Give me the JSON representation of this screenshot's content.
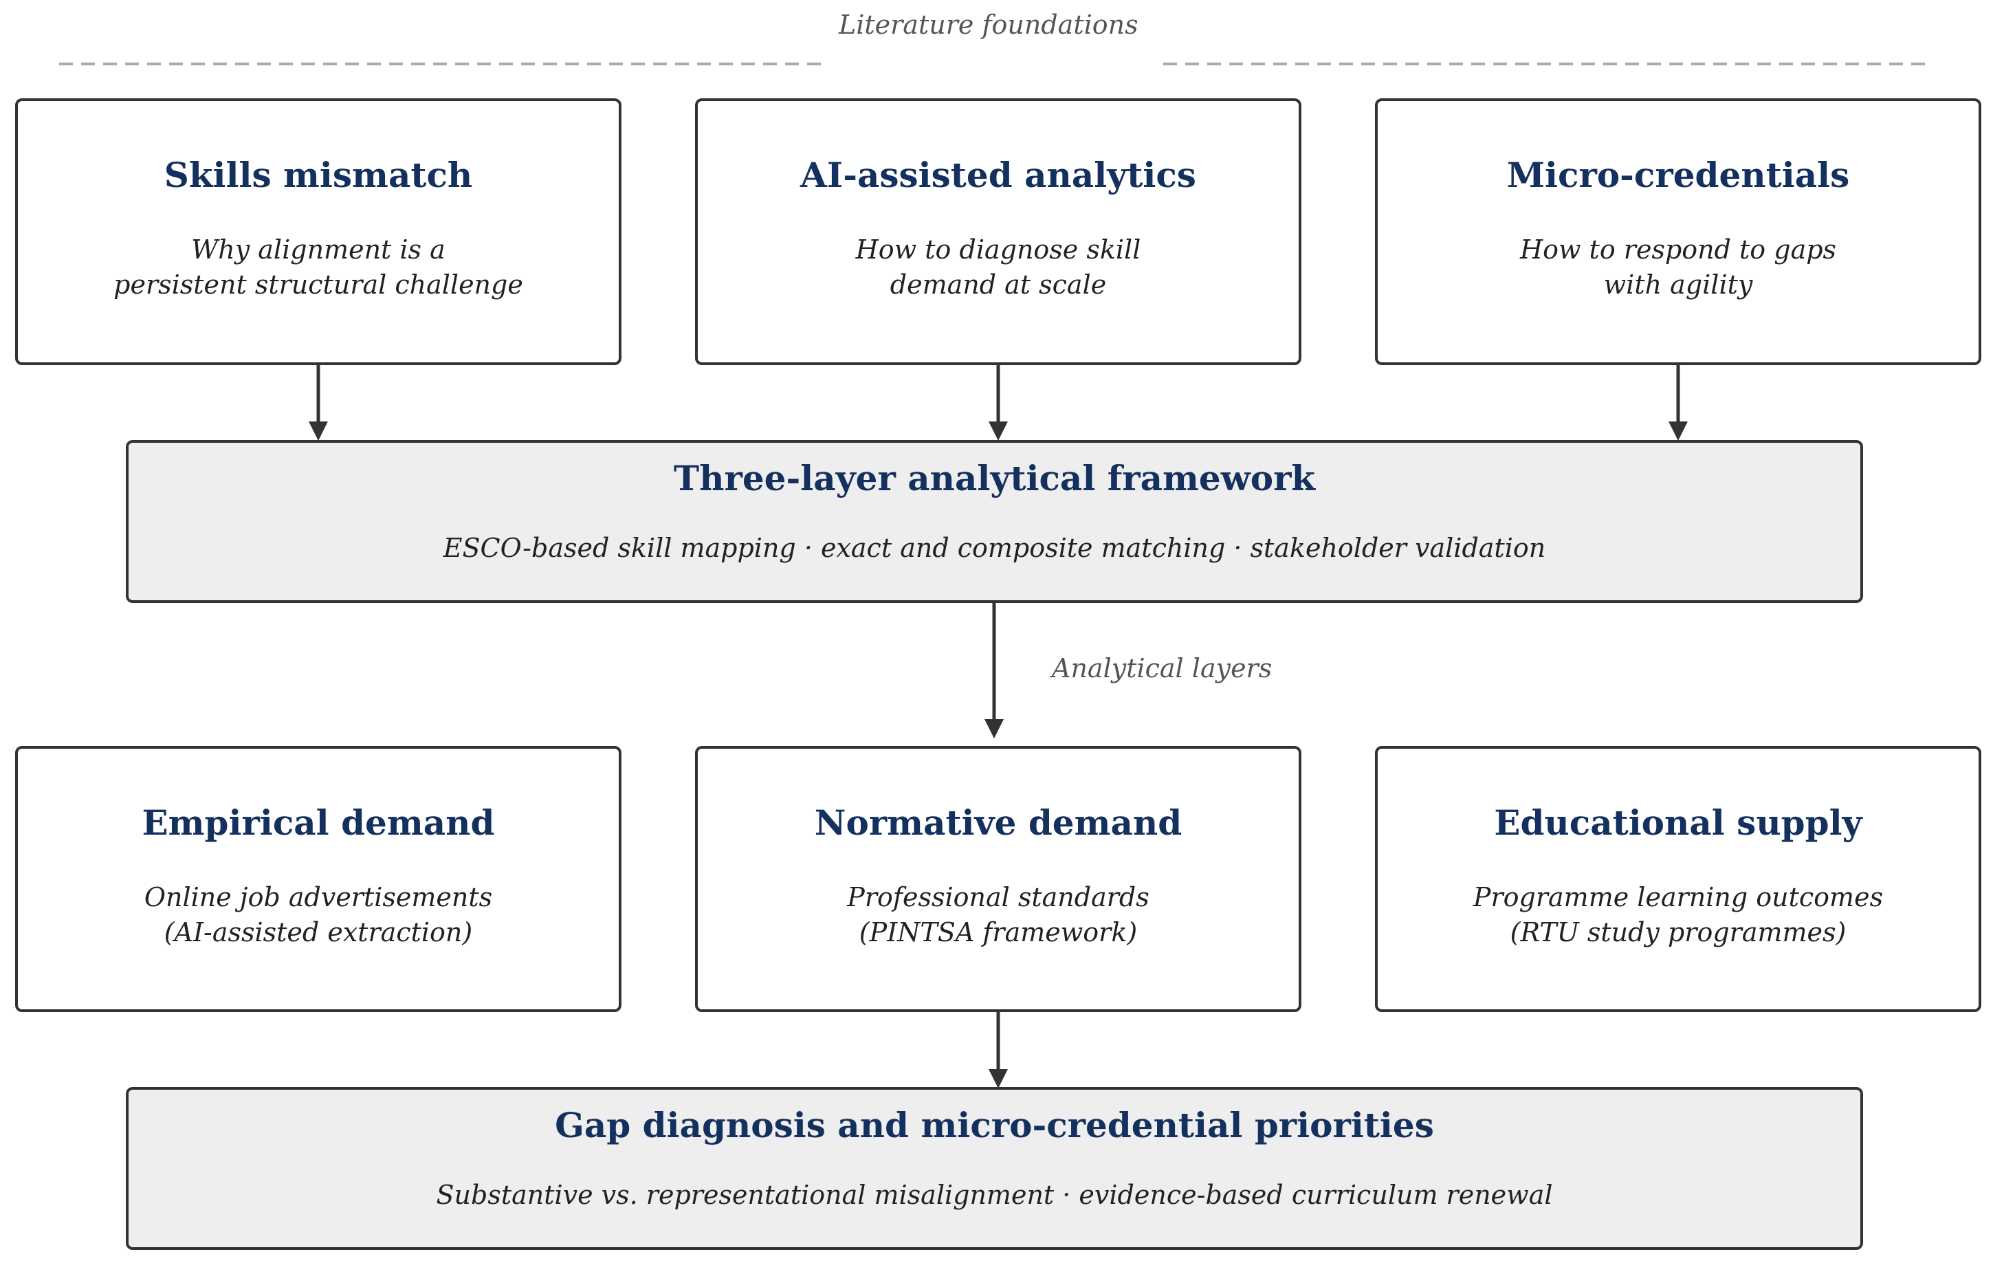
{
  "header": {
    "label": "Literature foundations"
  },
  "foundations": [
    {
      "title": "Skills mismatch",
      "desc_lines": [
        "Why alignment is a",
        "persistent structural challenge"
      ]
    },
    {
      "title": "AI-assisted analytics",
      "desc_lines": [
        "How to diagnose skill",
        "demand at scale"
      ]
    },
    {
      "title": "Micro-credentials",
      "desc_lines": [
        "How to respond to gaps",
        "with agility"
      ]
    }
  ],
  "framework": {
    "title": "Three-layer analytical framework",
    "desc": "ESCO-based skill mapping · exact and composite matching · stakeholder validation"
  },
  "layers_label": "Analytical layers",
  "layers": [
    {
      "title": "Empirical demand",
      "desc_lines": [
        "Online job advertisements",
        "(AI-assisted extraction)"
      ]
    },
    {
      "title": "Normative demand",
      "desc_lines": [
        "Professional standards",
        "(PINTSA framework)"
      ]
    },
    {
      "title": "Educational supply",
      "desc_lines": [
        "Programme learning outcomes",
        "(RTU study programmes)"
      ]
    }
  ],
  "outcome": {
    "title": "Gap diagnosis and micro-credential priorities",
    "desc": "Substantive vs. representational misalignment · evidence-based curriculum renewal"
  },
  "colors": {
    "title_text": "#14305e",
    "border": "#333333",
    "shaded_fill": "#eeeeee",
    "dashed_line": "#aaaaaa"
  }
}
